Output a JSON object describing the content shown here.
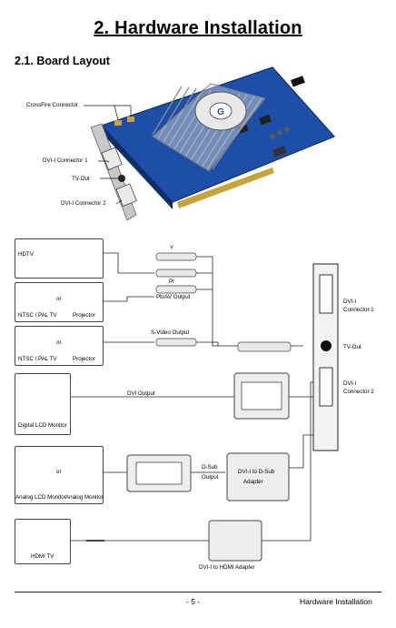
{
  "page": {
    "title": "2. Hardware Installation",
    "section": "2.1. Board Layout",
    "page_number": "- 5 -",
    "footer_right": "Hardware Installation"
  },
  "board": {
    "crossfire": "CrossFire Connector",
    "dvi1": "DVI-I Connector 1",
    "tvout": "TV-Out",
    "dvi2": "DVI-I Connector 2",
    "logo": "G"
  },
  "diagram": {
    "hdtv": "HDTV",
    "or": "or",
    "ntsc_pal_tv": "NTSC / PAL TV",
    "projector": "Projector",
    "y": "Y",
    "pr": "Pr",
    "pb_av_output": "Pb/AV Output",
    "svideo_output": "S-Video Output",
    "digital_lcd_monitor": "Digital LCD Monitor",
    "dvi_output": "DVI Output",
    "analog_lcd_monitor": "Analog LCD Monitor",
    "analog_monitor": "Analog Monitor",
    "dsub_output_1": "D-Sub",
    "dsub_output_2": "Output",
    "dvi_to_dsub_1": "DVI-I to D-Sub",
    "dvi_to_dsub_2": "Adapter",
    "hdmi_tv": "HDMI TV",
    "dvi_to_hdmi": "DVI-I to HDMI Adapter",
    "bracket_dvi1_a": "DVI-I",
    "bracket_dvi1_b": "Connector 1",
    "bracket_tvout": "TV-Out",
    "bracket_dvi2_a": "DVI-I",
    "bracket_dvi2_b": "Connector 2"
  }
}
